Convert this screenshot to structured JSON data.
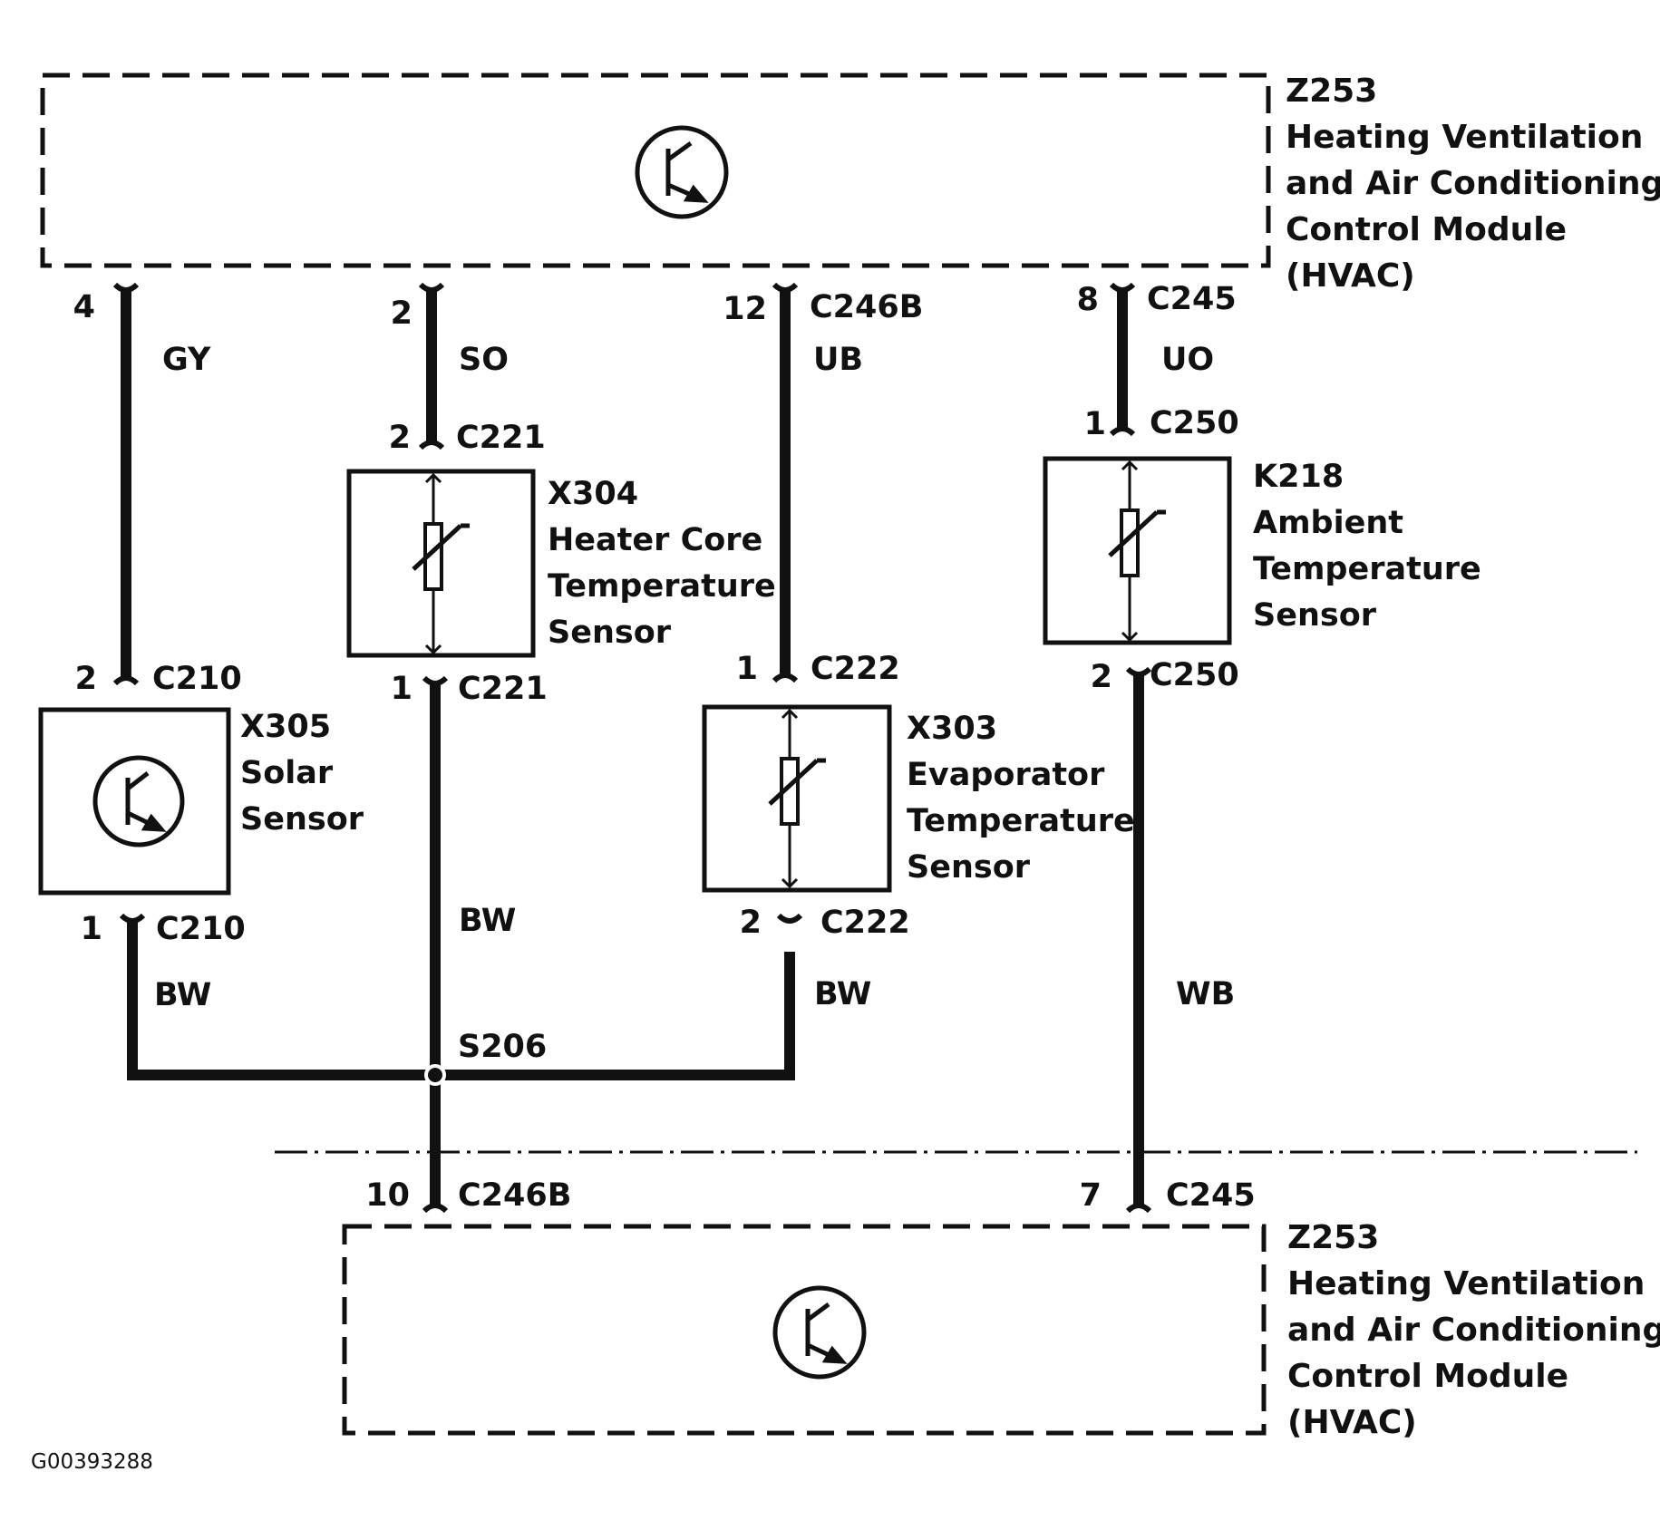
{
  "modules": {
    "top": {
      "id": "Z253",
      "name_lines": [
        "Heating Ventilation",
        "and Air Conditioning",
        "Control Module",
        "(HVAC)"
      ]
    },
    "bottom": {
      "id": "Z253",
      "name_lines": [
        "Heating Ventilation",
        "and Air Conditioning",
        "Control Module",
        "(HVAC)"
      ]
    }
  },
  "components": {
    "x305": {
      "id": "X305",
      "name_lines": [
        "Solar",
        "Sensor"
      ]
    },
    "x304": {
      "id": "X304",
      "name_lines": [
        "Heater Core",
        "Temperature",
        "Sensor"
      ]
    },
    "x303": {
      "id": "X303",
      "name_lines": [
        "Evaporator",
        "Temperature",
        "Sensor"
      ]
    },
    "k218": {
      "id": "K218",
      "name_lines": [
        "Ambient",
        "Temperature",
        "Sensor"
      ]
    }
  },
  "pins": {
    "gy_top": {
      "pin": "4"
    },
    "so_top": {
      "pin": "2"
    },
    "ub_top": {
      "pin": "12",
      "connector": "C246B"
    },
    "uo_top": {
      "pin": "8",
      "connector": "C245"
    },
    "x304_top": {
      "pin": "2",
      "connector": "C221"
    },
    "x304_bottom": {
      "pin": "1",
      "connector": "C221"
    },
    "k218_top": {
      "pin": "1",
      "connector": "C250"
    },
    "k218_bottom": {
      "pin": "2",
      "connector": "C250"
    },
    "x305_top": {
      "pin": "2",
      "connector": "C210"
    },
    "x305_bottom": {
      "pin": "1",
      "connector": "C210"
    },
    "x303_top": {
      "pin": "1",
      "connector": "C222"
    },
    "x303_bottom": {
      "pin": "2",
      "connector": "C222"
    },
    "hvac_bottom_left": {
      "pin": "10",
      "connector": "C246B"
    },
    "hvac_bottom_right": {
      "pin": "7",
      "connector": "C245"
    }
  },
  "wires": {
    "gy": "GY",
    "so": "SO",
    "ub": "UB",
    "uo": "UO",
    "bw_x304": "BW",
    "bw_x305": "BW",
    "bw_x303": "BW",
    "wb": "WB"
  },
  "splice": {
    "id": "S206"
  },
  "figure_id": "G00393288"
}
